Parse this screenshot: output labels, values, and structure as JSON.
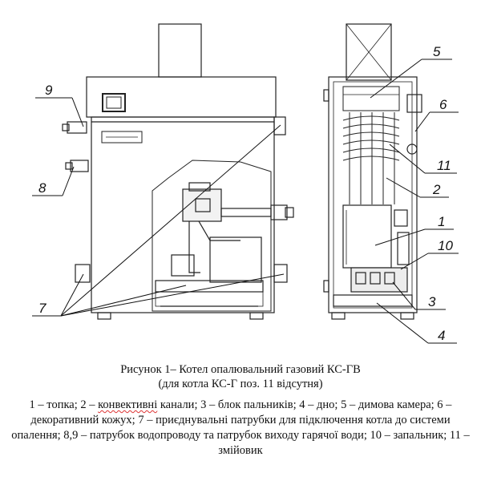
{
  "figure": {
    "callouts": {
      "front": {
        "c9": "9",
        "c8": "8",
        "c7": "7"
      },
      "side": {
        "c5": "5",
        "c6": "6",
        "c11": "11",
        "c2": "2",
        "c1": "1",
        "c10": "10",
        "c3": "3",
        "c4": "4"
      }
    }
  },
  "caption": {
    "line1": "Рисунок 1– Котел опалювальний газовий КС-ГВ",
    "line2": "(для котла КС-Г поз. 11  відсутня)"
  },
  "legend": {
    "p1": "1 – топка; 2 – ",
    "p2": "конвективні",
    "p3": " канали; 3 – блок пальників; 4 – дно; 5 – димова камера; 6 – декоративний кожух;",
    "p4": "7 – приєднувальні патрубки для підключення котла до системи опалення; 8,9 – патрубок водопроводу та патрубок виходу гарячої води; 10 – запальник; 11 – змійовик"
  }
}
